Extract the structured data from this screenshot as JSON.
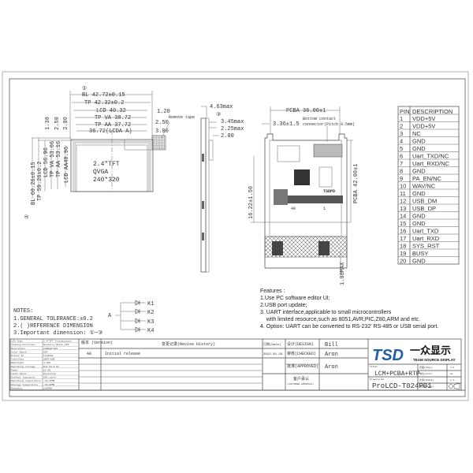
{
  "drawing": {
    "front_view": {
      "dim_width": [
        "BL 42.72±0.15",
        "TP 42.32±0.2",
        "LCD 40.32",
        "TP VA 38.72",
        "TP AA 37.72",
        "36.72(LCDA A)"
      ],
      "dim_right": [
        "1.20",
        "2.50",
        "3.00"
      ],
      "dim_height": [
        "BL 60.26±0.15",
        "TP 59.26±0.2",
        "LCD 56.96",
        "TP VA 53.66",
        "TP AA 53.16",
        "LCD AA48.96"
      ],
      "dim_top": [
        "1.30",
        "2.50",
        "3.00"
      ],
      "marker_width": "①",
      "marker_height": "②",
      "tape_label": "Remove tape",
      "screen_lines": [
        "2.4\"TFT",
        "QVGA",
        "240*320"
      ]
    },
    "side_view": {
      "dims": [
        "4.63max",
        "3.45max",
        "2.25max",
        "2.00"
      ],
      "marker": "③"
    },
    "pcb_view": {
      "width_dim": "PCBA 36.00±1",
      "offset_dim": "3.36±1.5",
      "connector_note": [
        "Bottom contact",
        "connector(Pitch 0.5mm)"
      ],
      "height_dim": "PCBA 42.00±1",
      "conn_dim": "16.22±1.50",
      "fpc_dim": "1.00MAX",
      "pin_labels": [
        "40",
        "1"
      ],
      "brand": "TSDPD"
    },
    "led_circuit": {
      "anode": "A",
      "cathodes": [
        "K1",
        "K2",
        "K3",
        "K4"
      ]
    }
  },
  "pin_table": {
    "headers": [
      "PIN",
      "DESCRIPTION"
    ],
    "rows": [
      [
        "1",
        "VDD+5V"
      ],
      [
        "2",
        "VDD+5V"
      ],
      [
        "3",
        "NC"
      ],
      [
        "4",
        "GND"
      ],
      [
        "5",
        "GND"
      ],
      [
        "6",
        "Uart_TXD/NC"
      ],
      [
        "7",
        "Uart_RXD/NC"
      ],
      [
        "8",
        "GND"
      ],
      [
        "9",
        "PA_EN/NC"
      ],
      [
        "10",
        "WAV/NC"
      ],
      [
        "11",
        "GND"
      ],
      [
        "12",
        "USB_DM"
      ],
      [
        "13",
        "USB_DP"
      ],
      [
        "14",
        "GND"
      ],
      [
        "15",
        "GND"
      ],
      [
        "16",
        "Uart_TXD"
      ],
      [
        "17",
        "Uart_RXD"
      ],
      [
        "18",
        "SYS_RST"
      ],
      [
        "19",
        "BUSY"
      ],
      [
        "20",
        "GND"
      ]
    ]
  },
  "features": {
    "title": "Features :",
    "items": [
      "1.Use PC software editor UI;",
      "2.USB port update;",
      "3. UART  interface,applicable to small microcontrollers",
      "    with limited resource,such as 8051,AVR,PIC,Z80,ARM and etc.",
      "4. Option: UART can be converted to RS-232'  RS-485 or USB serial port."
    ]
  },
  "notes": {
    "title": "NOTES:",
    "items": [
      "1.GENERAL TOLERANCE:±0.2",
      "2.(  )REFERENCE DIMENSION",
      "3.Important dimension: ①~③"
    ]
  },
  "title_block": {
    "spec_rows": [
      "LCD Type",
      "Viewing Direction",
      "Resolution",
      "Color Depth",
      "Driver IC",
      "Interface",
      "Backlight",
      "Operating voltage",
      "Power",
      "Touch Panel",
      "Surface luminance",
      "Operating temperature",
      "Storage temperature",
      "Humidity"
    ],
    "spec_values": [
      "2.4\"TFT Transmissive",
      "Normally White,IPS",
      "240RGB*320",
      "65K",
      "ILI9341",
      "UART/USB",
      "4-LED",
      "DC4.5V~5.5V",
      "≤0.5W",
      "Resistive",
      "250 cd/m²",
      "-20~70℃",
      "-30~80℃",
      "≤90%RH"
    ],
    "version_header": "版本 (Version)",
    "history_header": "变更记录(Revise History)",
    "version": "A0",
    "history_entry": "Initial release",
    "date_header": "日期(Date)",
    "date": "2022.04.28",
    "design_label": "设计(DESIGN)",
    "design_name": "Bill",
    "checked_label": "审核(CHECKED)",
    "checked_name": "Aron",
    "approved_label": "批准(APPROVED)",
    "approved_name": "Aron",
    "customer_label": "客户承认",
    "customer_label_en": "(CUSTOMER APPROVAL)",
    "logo_text": "TSD",
    "logo_cn": "一众显示",
    "logo_en": "TEAM SOURCE DISPLAY",
    "title_label": "TITLE:",
    "title": "LCM+PCBA+RTP",
    "drawing_no_label": "Drawing No.",
    "drawing_no": "ProLCD-T024P01",
    "page_label": "页面(Page)",
    "page": "1/1",
    "unit_label": "单位(Unit)",
    "unit": "mm",
    "scale_label": "比例(SCALE)",
    "scale": "1:1",
    "angle_label": "角度(Angle)"
  }
}
